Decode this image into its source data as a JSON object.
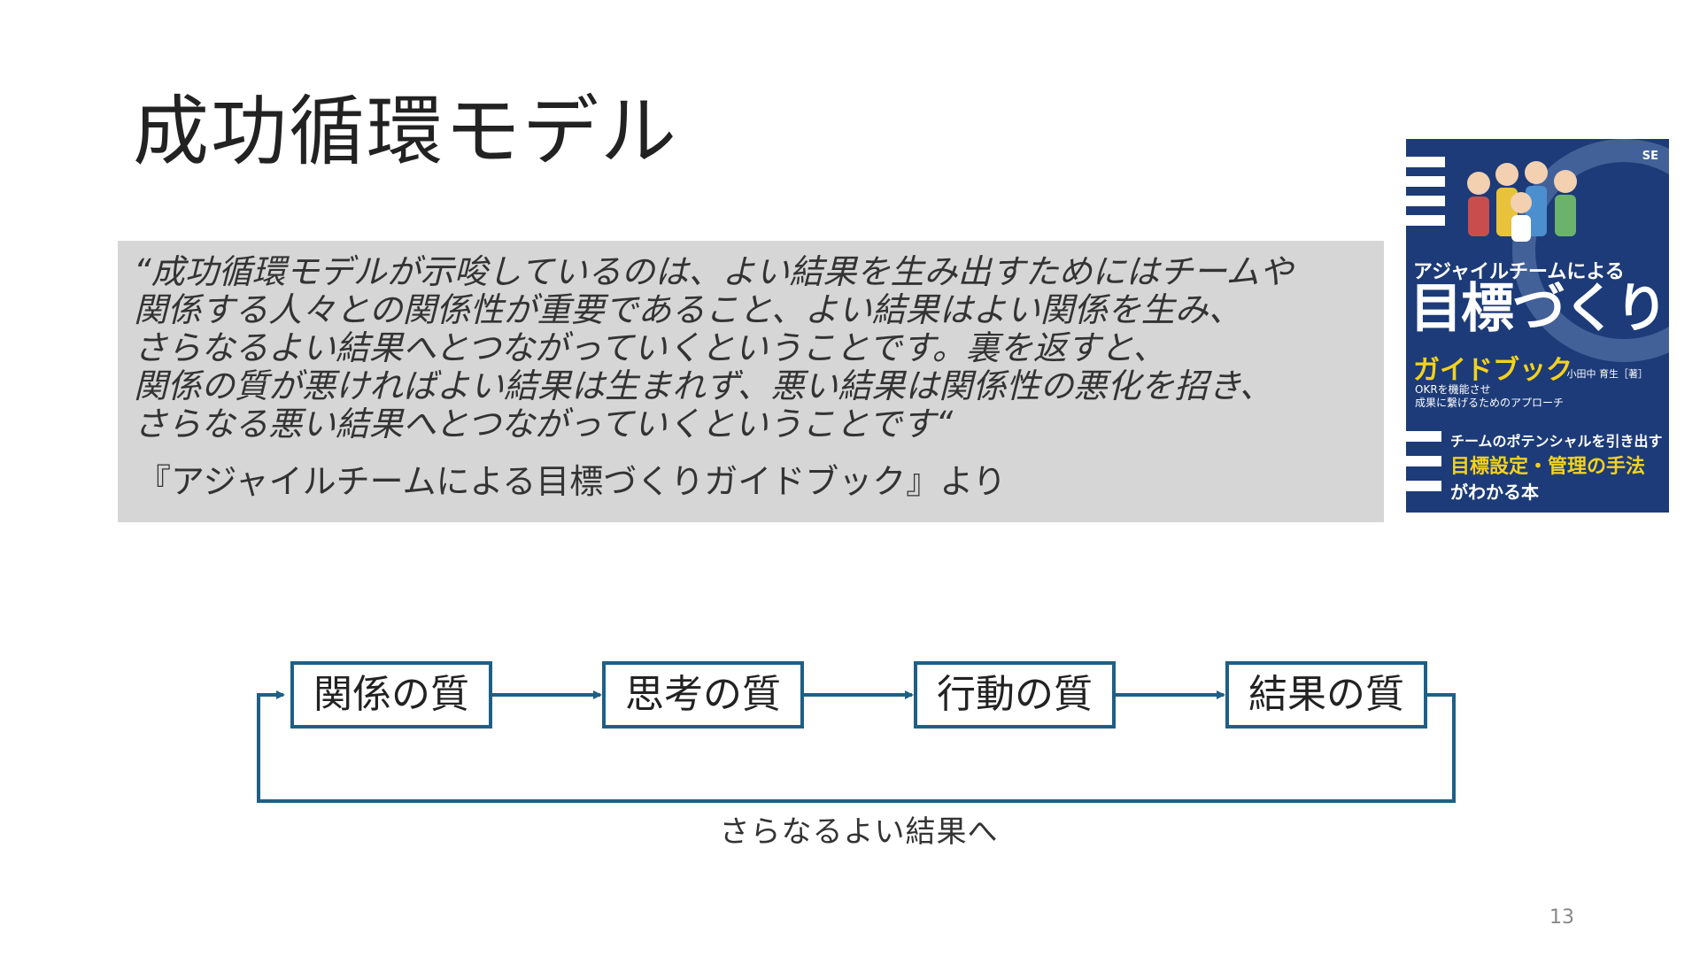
{
  "slide": {
    "title": "成功循環モデル",
    "quote": "“成功循環モデルが示唆しているのは、よい結果を生み出すためにはチームや\n関係する人々との関係性が重要であること、よい結果はよい関係を生み、\nさらなるよい結果へとつながっていくということです。裏を返すと、\n関係の質が悪ければよい結果は生まれず、悪い結果は関係性の悪化を招き、\nさらなる悪い結果へとつながっていくということです“",
    "source": "『アジャイルチームによる目標づくりガイドブック』より",
    "page_number": "13"
  },
  "book": {
    "publisher": "SE",
    "line1": "アジャイルチームによる",
    "title": "目標づくり",
    "guide": "ガイドブック",
    "author": "小田中 育生［著］",
    "subtitle": "OKRを機能させ\n成果に繋げるためのアプローチ",
    "bottom1": "チームのポテンシャルを引き出す",
    "bottom2": "目標設定・管理の手法",
    "bottom3": "がわかる本",
    "color": "#1c3b78",
    "accent": "#f3d21c"
  },
  "flow": {
    "steps": [
      "関係の質",
      "思考の質",
      "行動の質",
      "結果の質"
    ],
    "loop_label": "さらなるよい結果へ",
    "color": "#1f5f86"
  }
}
